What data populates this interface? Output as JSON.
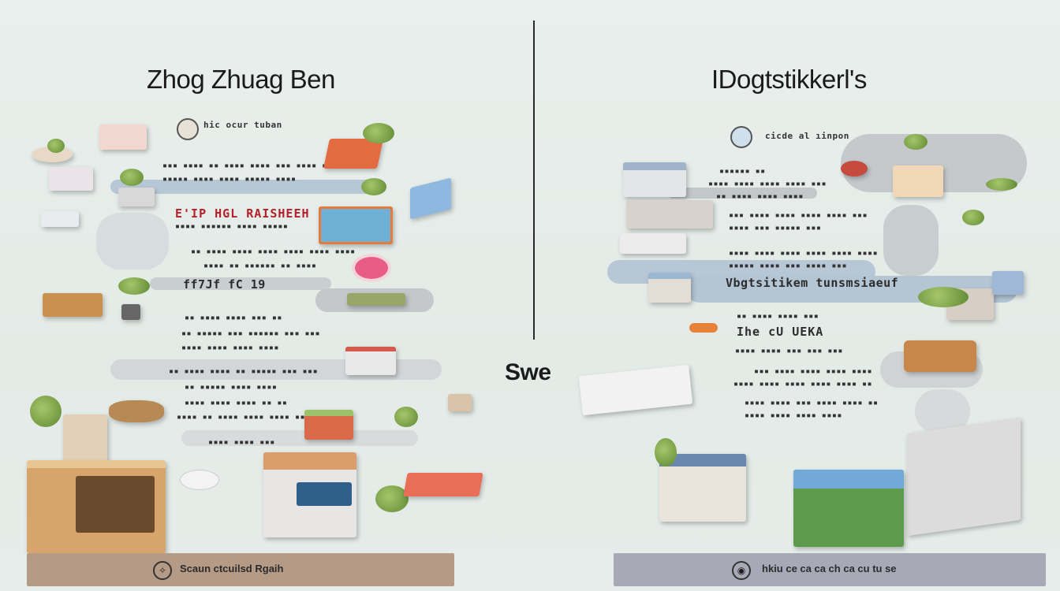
{
  "left": {
    "title": "Zhog Zhuag Ben",
    "header_text": "hic ocur tuban",
    "red_heading": "E'IP HGL RAISHEEH",
    "line_heading": "ff7Jf fC 19",
    "footer_text": "Scaun ctcuilsd Rgaih"
  },
  "center_word": "Swe",
  "right": {
    "title": "IDogtstikkerl's",
    "header_text": "cicde al ıinpon",
    "line_heading": "Vbgtsitikem tunsmsiaeuf",
    "red_heading": "Ihe cU UEKA",
    "footer_text": "hkiu ce ca ca ch ca cu tu se"
  },
  "colors": {
    "background": "#e6ece9",
    "left_footer": "#b59a86",
    "right_footer": "#a8a9b6",
    "red_heading": "#b51f2a",
    "road": "#c9ced0",
    "road_blue": "#b8c7d6"
  }
}
